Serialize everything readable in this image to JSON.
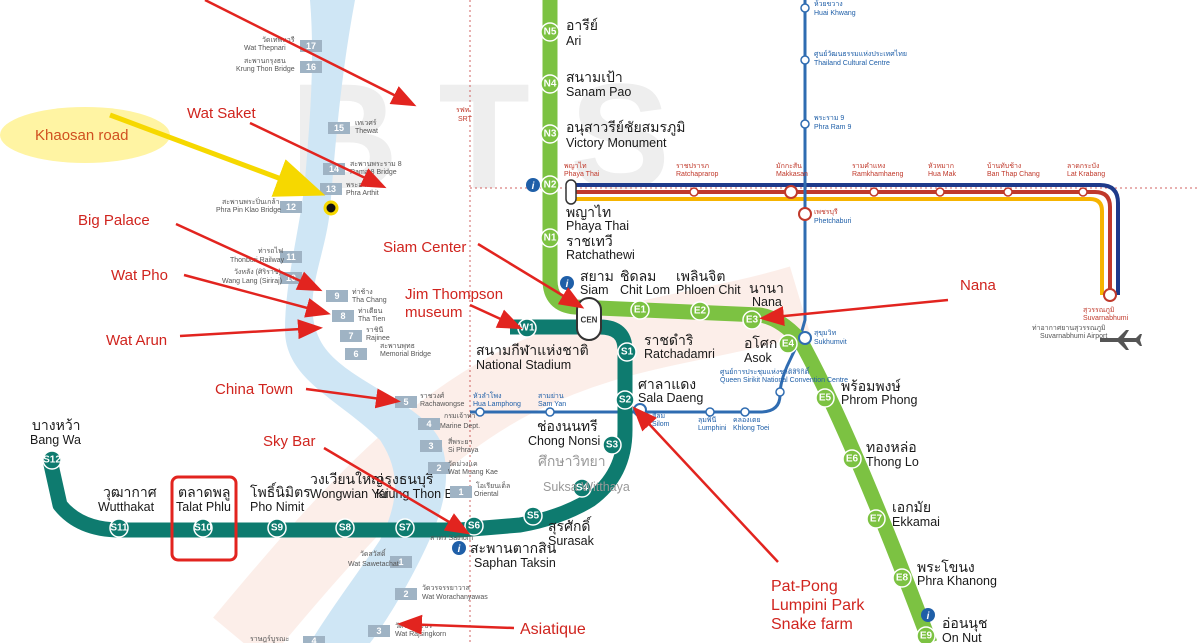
{
  "colors": {
    "sukhumvit_line": "#7cc242",
    "silom_line": "#0e7b6f",
    "mrt_blue": "#2f6cb1",
    "airport_link_red": "#c0392b",
    "airport_link_blue": "#1e3a8a",
    "airport_link_yellow": "#f6b400",
    "annotation_red": "#e2241f",
    "khaosan_highlight": "#fff4a3",
    "river": "#cfe6f5"
  },
  "annotations": {
    "khaosan": "Khaosan road",
    "wat_saket": "Wat Saket",
    "big_palace": "Big Palace",
    "wat_pho": "Wat Pho",
    "wat_arun": "Wat Arun",
    "china_town": "China Town",
    "sky_bar": "Sky Bar",
    "siam_center": "Siam Center",
    "jim_thompson": [
      "Jim Thompson",
      "museum"
    ],
    "nana": "Nana",
    "patpong": [
      "Pat-Pong",
      "Lumpini Park",
      "Snake farm"
    ],
    "asiatique": "Asiatique"
  },
  "sukhumvit_stations": [
    {
      "code": "N5",
      "thai": "อารีย์",
      "en": "Ari"
    },
    {
      "code": "N4",
      "thai": "สนามเป้า",
      "en": "Sanam Pao"
    },
    {
      "code": "N3",
      "thai": "อนุสาวรีย์ชัยสมรภูมิ",
      "en": "Victory Monument"
    },
    {
      "code": "N2",
      "thai": "พญาไท",
      "en": "Phaya Thai"
    },
    {
      "code": "N1",
      "thai": "ราชเทวี",
      "en": "Ratchathewi"
    },
    {
      "code": "E1",
      "thai": "ชิดลม",
      "en": "Chit Lom"
    },
    {
      "code": "E2",
      "thai": "เพลินจิต",
      "en": "Phloen Chit"
    },
    {
      "code": "E3",
      "thai": "นานา",
      "en": "Nana"
    },
    {
      "code": "E4",
      "thai": "อโศก",
      "en": "Asok"
    },
    {
      "code": "E5",
      "thai": "พร้อมพงษ์",
      "en": "Phrom Phong"
    },
    {
      "code": "E6",
      "thai": "ทองหล่อ",
      "en": "Thong Lo"
    },
    {
      "code": "E7",
      "thai": "เอกมัย",
      "en": "Ekkamai"
    },
    {
      "code": "E8",
      "thai": "พระโขนง",
      "en": "Phra Khanong"
    },
    {
      "code": "E9",
      "thai": "อ่อนนุช",
      "en": "On Nut"
    }
  ],
  "siam": {
    "code": "CEN",
    "thai": "สยาม",
    "en": "Siam"
  },
  "silom_stations": [
    {
      "code": "W1",
      "thai": "สนามกีฬาแห่งชาติ",
      "en": "National Stadium"
    },
    {
      "code": "S1",
      "thai": "ราชดำริ",
      "en": "Ratchadamri"
    },
    {
      "code": "S2",
      "thai": "ศาลาแดง",
      "en": "Sala Daeng"
    },
    {
      "code": "S3",
      "thai": "ช่องนนทรี",
      "en": "Chong Nonsi"
    },
    {
      "code": "S4",
      "thai": "ศึกษาวิทยา",
      "en": "Suksa Witthaya"
    },
    {
      "code": "S5",
      "thai": "สุรศักดิ์",
      "en": "Surasak"
    },
    {
      "code": "S6",
      "thai": "สะพานตากสิน",
      "en": "Saphan Taksin"
    },
    {
      "code": "S7",
      "thai": "กรุงธนบุรี",
      "en": "Krung Thon Buri"
    },
    {
      "code": "S8",
      "thai": "วงเวียนใหญ่",
      "en": "Wongwian Yai"
    },
    {
      "code": "S9",
      "thai": "โพธิ์นิมิตร",
      "en": "Pho Nimit"
    },
    {
      "code": "S10",
      "thai": "ตลาดพลู",
      "en": "Talat Phlu"
    },
    {
      "code": "S11",
      "thai": "วุฒากาศ",
      "en": "Wutthakat"
    },
    {
      "code": "S12",
      "thai": "บางหว้า",
      "en": "Bang Wa"
    }
  ],
  "mrt_stations": [
    {
      "thai": "ห้วยขวาง",
      "en": "Huai Khwang"
    },
    {
      "thai": "ศูนย์วัฒนธรรมแห่งประเทศไทย",
      "en": "Thailand Cultural Centre"
    },
    {
      "thai": "พระราม 9",
      "en": "Phra Ram 9"
    },
    {
      "thai": "เพชรบุรี",
      "en": "Phetchaburi"
    },
    {
      "thai": "สุขุมวิท",
      "en": "Sukhumvit"
    },
    {
      "thai": "ศูนย์การประชุมแห่งชาติสิริกิติ์",
      "en": "Queen Sirikit National Convention Centre"
    },
    {
      "thai": "คลองเตย",
      "en": "Khlong Toei"
    },
    {
      "thai": "ลุมพินี",
      "en": "Lumphini"
    },
    {
      "thai": "สีลม",
      "en": "Silom"
    },
    {
      "thai": "สามย่าน",
      "en": "Sam Yan"
    },
    {
      "thai": "หัวลำโพง",
      "en": "Hua Lamphong"
    }
  ],
  "airport_link_stations": [
    {
      "thai": "พญาไท",
      "en": "Phaya Thai"
    },
    {
      "thai": "ราชปรารภ",
      "en": "Ratchaprarop"
    },
    {
      "thai": "มักกะสัน",
      "en": "Makkasan"
    },
    {
      "thai": "รามคำแหง",
      "en": "Ramkhamhaeng"
    },
    {
      "thai": "หัวหมาก",
      "en": "Hua Mak"
    },
    {
      "thai": "บ้านทับช้าง",
      "en": "Ban Thap Chang"
    },
    {
      "thai": "ลาดกระบัง",
      "en": "Lat Krabang"
    },
    {
      "thai": "สุวรรณภูมิ",
      "en": "Suvarnabhumi"
    }
  ],
  "airport_label": {
    "thai": "ท่าอากาศยานสุวรรณภูมิ",
    "en": "Suvarnabhumi Airport"
  },
  "srt_label": [
    "รฟท.",
    "SRT"
  ],
  "boat_piers": [
    {
      "num": "17",
      "thai": "วัดเทพนารี",
      "en": "Wat Thepnari"
    },
    {
      "num": "16",
      "thai": "สะพานกรุงธน",
      "en": "Krung Thon Bridge"
    },
    {
      "num": "15",
      "thai": "เทเวศร์",
      "en": "Thewat"
    },
    {
      "num": "14",
      "thai": "สะพานพระราม 8",
      "en": "Rama 8 Bridge"
    },
    {
      "num": "13",
      "thai": "พระอาทิตย์",
      "en": "Phra Arthit"
    },
    {
      "num": "12",
      "thai": "สะพานพระปิ่นเกล้า",
      "en": "Phra Pin Klao Bridge"
    },
    {
      "num": "11",
      "thai": "ท่ารถไฟ",
      "en": "Thonburi Railway"
    },
    {
      "num": "10",
      "thai": "วังหลัง (ศิริราช)",
      "en": "Wang Lang (Siriraj)"
    },
    {
      "num": "9",
      "thai": "ท่าช้าง",
      "en": "Tha Chang"
    },
    {
      "num": "8",
      "thai": "ท่าเตียน",
      "en": "Tha Tien"
    },
    {
      "num": "7",
      "thai": "ราชินี",
      "en": "Rajinee"
    },
    {
      "num": "6",
      "thai": "สะพานพุทธ",
      "en": "Memorial Bridge"
    },
    {
      "num": "5",
      "thai": "ราชวงศ์",
      "en": "Rachawongse"
    },
    {
      "num": "4",
      "thai": "กรมเจ้าท่า",
      "en": "Marine Dept."
    },
    {
      "num": "3",
      "thai": "สี่พระยา",
      "en": "Si Phraya"
    },
    {
      "num": "2",
      "thai": "วัดม่วงแค",
      "en": "Wat Muang Kae"
    },
    {
      "num": "1",
      "thai": "โอเรียนเต็ล",
      "en": "Oriental"
    },
    {
      "num": "1",
      "thai": "วัดสวัสดิ์",
      "en": "Wat Sawetachat"
    },
    {
      "num": "2",
      "thai": "วัดวรจรรยาวาส",
      "en": "Wat Worachanyawas"
    },
    {
      "num": "3",
      "thai": "วัดราชสิงขร",
      "en": "Wat Rajsingkorn"
    },
    {
      "num": "4",
      "thai": "ราษฎร์บูรณะ",
      "en": ""
    }
  ],
  "sathorn_label": "สาทร Sathorn",
  "background_logo": "BTS"
}
